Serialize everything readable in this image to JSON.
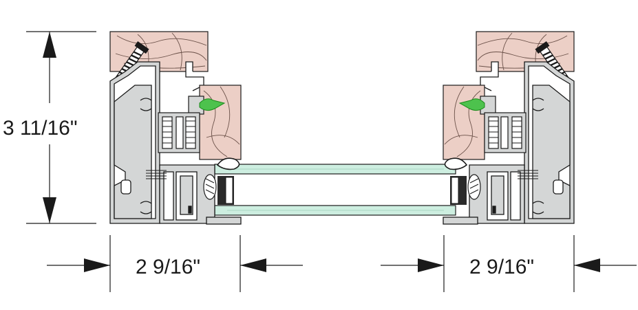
{
  "dimensions": {
    "height_label": "3 11/16\"",
    "left_width_label": "2 9/16\"",
    "right_width_label": "2 9/16\""
  },
  "colors": {
    "wood": "#eccfc6",
    "aluminum": "#d4d6d6",
    "glass": "#cdeee0",
    "seal_green": "#4dc24d",
    "outline": "#1a1a1a"
  }
}
